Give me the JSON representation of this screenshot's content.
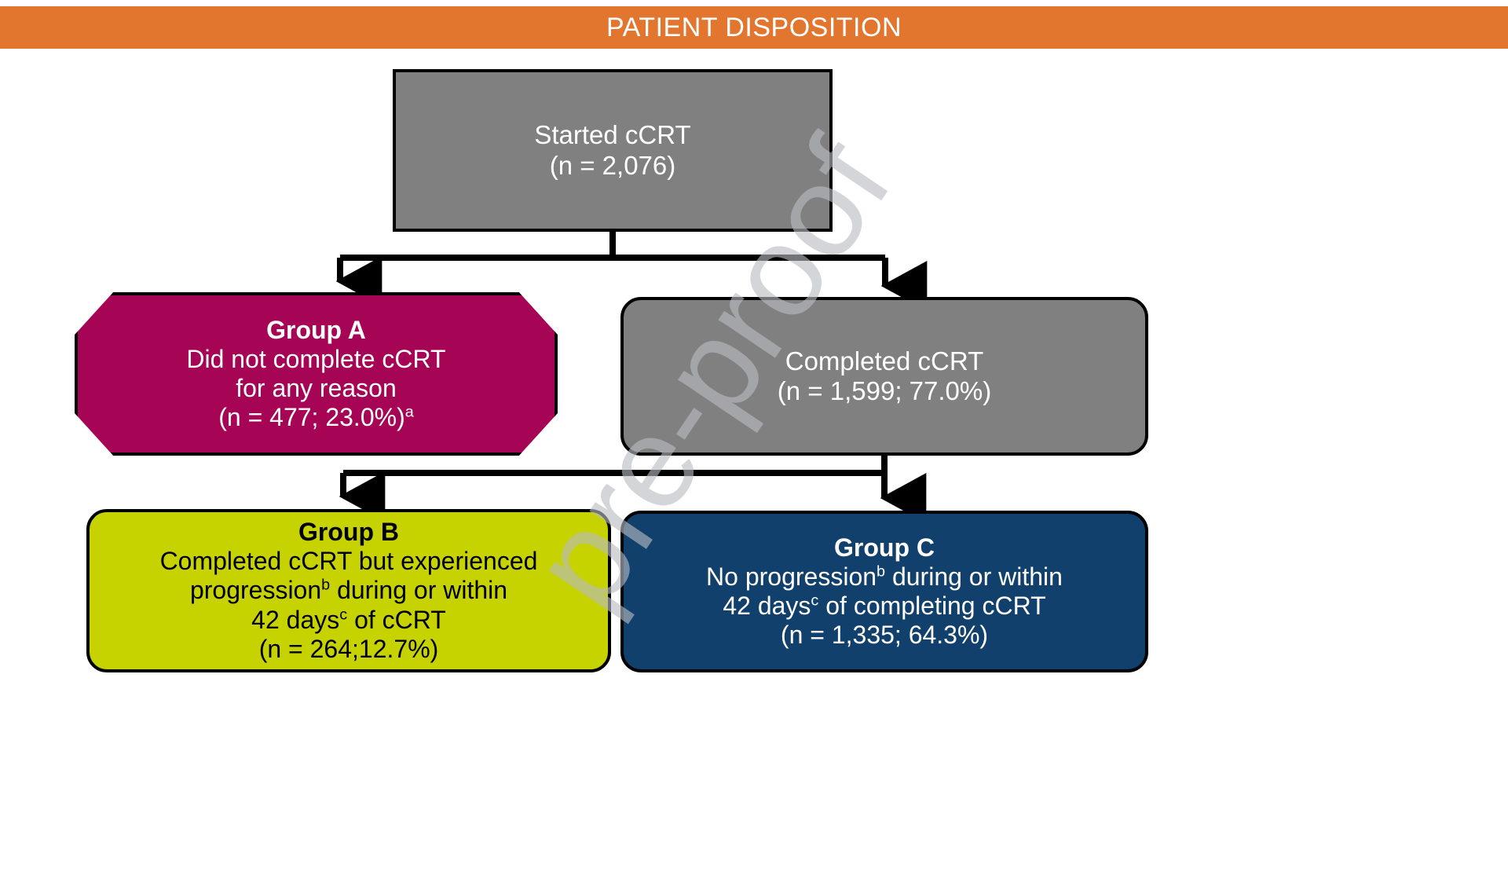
{
  "header": {
    "title": "PATIENT DISPOSITION",
    "bg_color": "#E2762F",
    "text_color": "#FFFFFF"
  },
  "watermark": {
    "text": "pre-proof"
  },
  "diagram": {
    "type": "flowchart",
    "nodes": [
      {
        "id": "started",
        "shape": "rectangle",
        "fill": "#808080",
        "text_color": "#FFFFFF",
        "title": "",
        "lines": [
          "Started cCRT",
          "(n = 2,076)"
        ],
        "n": 2076
      },
      {
        "id": "group-a",
        "shape": "octagon",
        "fill": "#A50554",
        "text_color": "#FFFFFF",
        "title": "Group A",
        "lines": [
          "Did not complete cCRT",
          "for any reason"
        ],
        "count_line": "(n = 477; 23.0%)",
        "count_sup": "a",
        "n": 477,
        "percent": 23.0
      },
      {
        "id": "completed",
        "shape": "rounded-rectangle",
        "fill": "#808080",
        "text_color": "#FFFFFF",
        "title": "",
        "lines": [
          "Completed cCRT",
          "(n = 1,599; 77.0%)"
        ],
        "n": 1599,
        "percent": 77.0
      },
      {
        "id": "group-b",
        "shape": "rounded-rectangle",
        "fill": "#C6D300",
        "text_color": "#000000",
        "title": "Group B",
        "line1": "Completed cCRT but experienced",
        "line2_pre": "progression",
        "line2_sup": "b",
        "line2_post": " during or within",
        "line3_pre": "42 days",
        "line3_sup": "c",
        "line3_post": " of cCRT",
        "count_line": "(n = 264;12.7%)",
        "n": 264,
        "percent": 12.7
      },
      {
        "id": "group-c",
        "shape": "rounded-rectangle",
        "fill": "#10406B",
        "text_color": "#FFFFFF",
        "title": "Group C",
        "line1_pre": "No progression",
        "line1_sup": "b",
        "line1_post": " during or within",
        "line2_pre": "42 days",
        "line2_sup": "c",
        "line2_post": " of completing cCRT",
        "count_line": "(n = 1,335; 64.3%)",
        "n": 1335,
        "percent": 64.3
      }
    ],
    "edges": [
      {
        "from": "started",
        "to": "group-a",
        "style": "elbow-arrow"
      },
      {
        "from": "started",
        "to": "completed",
        "style": "elbow-arrow"
      },
      {
        "from": "completed",
        "to": "group-b",
        "style": "elbow-arrow"
      },
      {
        "from": "completed",
        "to": "group-c",
        "style": "elbow-arrow"
      }
    ]
  }
}
